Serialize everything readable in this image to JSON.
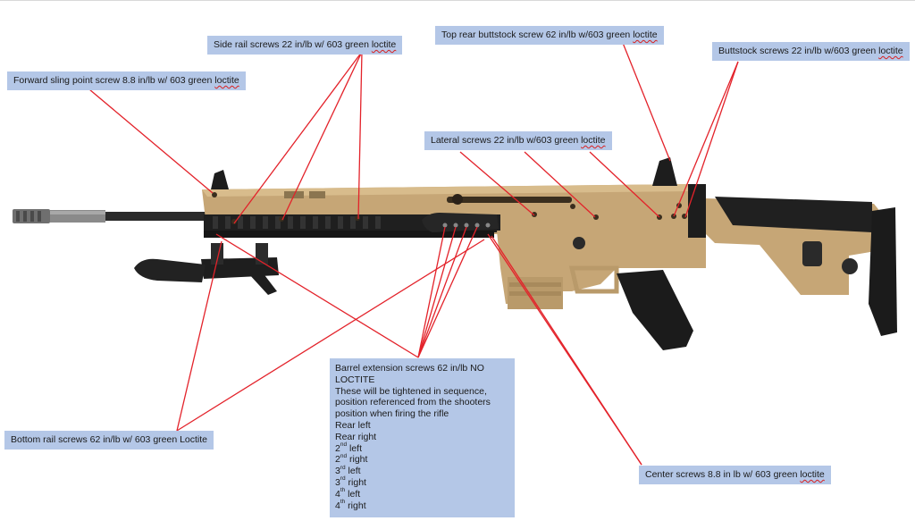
{
  "colors": {
    "label_bg": "#b4c7e7",
    "leader_line": "#e3222a",
    "rifle_tan": "#c8a97b",
    "rifle_black": "#1c1c1c"
  },
  "labels": {
    "side_rail": {
      "text": "Side rail screws 22 in/lb w/ 603 green ",
      "tail": "loctite"
    },
    "forward_sling": {
      "text": "Forward sling point screw 8.8 in/lb w/ 603 green ",
      "tail": "loctite"
    },
    "top_rear_buttstock": {
      "text": "Top rear buttstock screw 62 in/lb w/603 green ",
      "tail": "loctite"
    },
    "buttstock": {
      "text": "Buttstock screws 22 in/lb w/603 green ",
      "tail": "loctite"
    },
    "lateral": {
      "text": "Lateral screws 22 in/lb w/603 green ",
      "tail": "loctite"
    },
    "bottom_rail": {
      "text": "Bottom rail screws 62 in/lb w/ 603 green Loctite"
    },
    "center": {
      "text": "Center screws 8.8 in lb w/ 603 green ",
      "tail": "loctite"
    },
    "barrel_extension": {
      "line1": "Barrel extension screws 62 in/lb NO",
      "line2": "LOCTITE",
      "line3": "These will be tightened in sequence,",
      "line4": "position referenced from the shooters",
      "line5": "position when firing the rifle",
      "s1": "Rear left",
      "s2": "Rear right",
      "s3_num": "2",
      "s3_sup": "nd",
      "s3_rest": " left",
      "s4_num": "2",
      "s4_sup": "nd",
      "s4_rest": " right",
      "s5_num": "3",
      "s5_sup": "rd",
      "s5_rest": " left",
      "s6_num": "3",
      "s6_sup": "rd",
      "s6_rest": " right",
      "s7_num": "4",
      "s7_sup": "th",
      "s7_rest": " left",
      "s8_num": "4",
      "s8_sup": "th",
      "s8_rest": " right"
    }
  }
}
